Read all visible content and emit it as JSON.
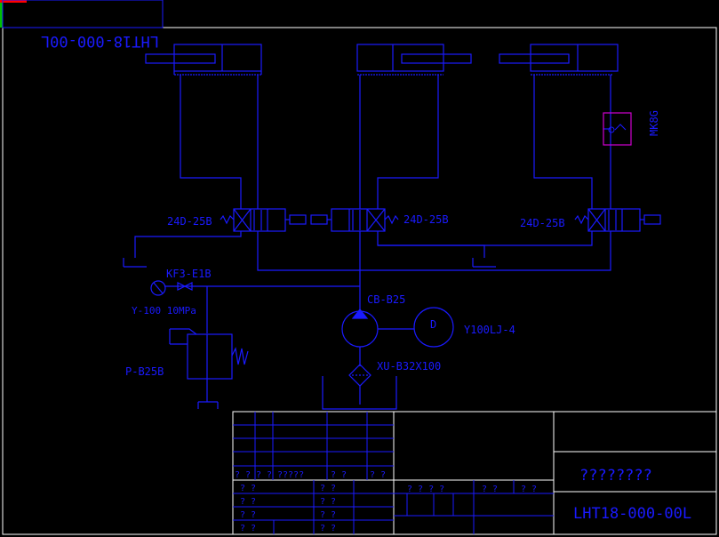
{
  "drawing_number_top": "LHT18-000-00L",
  "drawing_number_titleblock": "LHT18-000-00L",
  "title_placeholder": "????????",
  "valves": {
    "left": "24D-25B",
    "center": "24D-25B",
    "right": "24D-25B"
  },
  "components": {
    "pressure_switch": "MK8G",
    "check_valve": "KF3-E1B",
    "gauge": "Y-100 10MPa",
    "relief_valve": "P-B25B",
    "pump": "CB-B25",
    "motor_symbol": "D",
    "motor": "Y100LJ-4",
    "filter": "XU-B32X100"
  },
  "titleblock": {
    "row_labels_upper": [
      "? ?",
      "? ?",
      "?????",
      "? ?",
      "? ?"
    ],
    "row_labels_lower": [
      "? ?",
      "? ?",
      "? ?",
      "? ?"
    ],
    "mid_labels_lower": [
      "? ?",
      "? ?",
      "? ?",
      "? ?"
    ],
    "header_labels": [
      "? ? ? ?",
      "? ?",
      "? ?"
    ]
  },
  "colors": {
    "line": "#1a1aff",
    "frame": "#ffffff",
    "switch_box": "#d000d0",
    "corner_red": "#ff0000",
    "corner_green": "#00c000"
  }
}
